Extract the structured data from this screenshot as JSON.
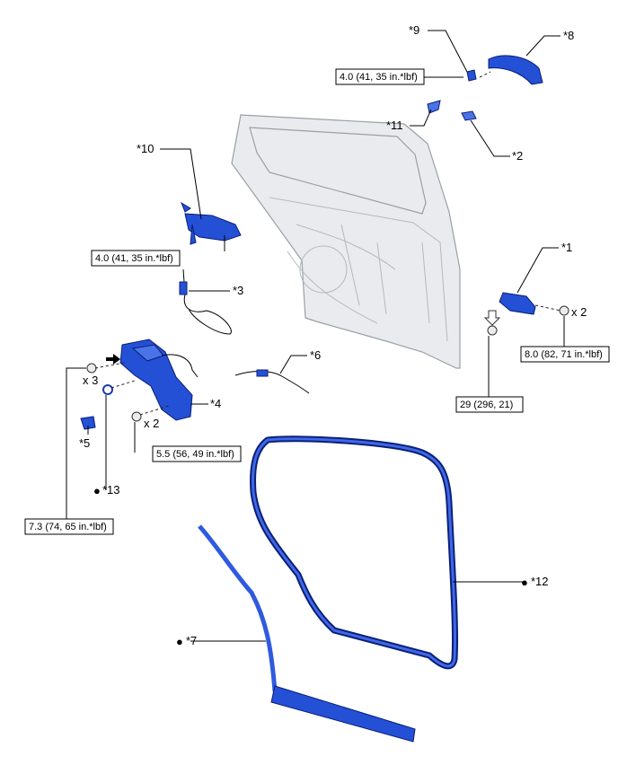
{
  "callouts": {
    "c1": "*1",
    "c2": "*2",
    "c3": "*3",
    "c4": "*4",
    "c5": "*5",
    "c6": "*6",
    "c7": "*7",
    "c8": "*8",
    "c9": "*9",
    "c10": "*10",
    "c11": "*11",
    "c12": "*12",
    "c13": "*13"
  },
  "bullet": "●",
  "quantities": {
    "q_bolt_left": "x 3",
    "q_screw_lock": "x 2",
    "q_nut_right": "x 2"
  },
  "torques": {
    "t_handle_cover": "4.0 (41, 35 in.*lbf)",
    "t_frame": "4.0 (41, 35 in.*lbf)",
    "t_nut_right": "8.0 (82, 71 in.*lbf)",
    "t_striker": "29 (296, 21)",
    "t_lock_screw": "5.5 (56, 49 in.*lbf)",
    "t_lock_bolt": "7.3 (74, 65 in.*lbf)"
  },
  "colors": {
    "part_fill": "#2450d6",
    "part_stroke": "#0a1f78",
    "door_panel": "#e9ebee"
  }
}
